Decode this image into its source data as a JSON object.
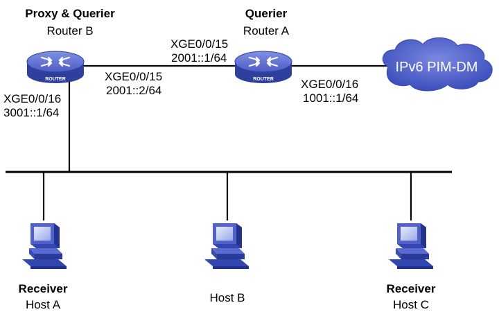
{
  "router_b": {
    "role": "Proxy & Querier",
    "name": "Router B",
    "icon_label": "ROUTER",
    "icon": "router-icon",
    "if_right": "XGE0/0/15",
    "ip_right": "2001::2/64",
    "if_down": "XGE0/0/16",
    "ip_down": "3001::1/64"
  },
  "router_a": {
    "role": "Querier",
    "name": "Router A",
    "icon_label": "ROUTER",
    "icon": "router-icon",
    "if_left": "XGE0/0/15",
    "ip_left": "2001::1/64",
    "if_right": "XGE0/0/16",
    "ip_right": "1001::1/64"
  },
  "cloud": {
    "label": "IPv6 PIM-DM",
    "icon": "cloud-icon",
    "color": "#4a5cc4"
  },
  "hosts": [
    {
      "role": "Receiver",
      "name": "Host A",
      "icon": "host-computer-icon"
    },
    {
      "role": "",
      "name": "Host B",
      "icon": "host-computer-icon"
    },
    {
      "role": "Receiver",
      "name": "Host C",
      "icon": "host-computer-icon"
    }
  ],
  "colors": {
    "router_body": "#3a4ab0",
    "router_top": "#6676d6",
    "computer": "#4658c0",
    "line": "#000000"
  }
}
